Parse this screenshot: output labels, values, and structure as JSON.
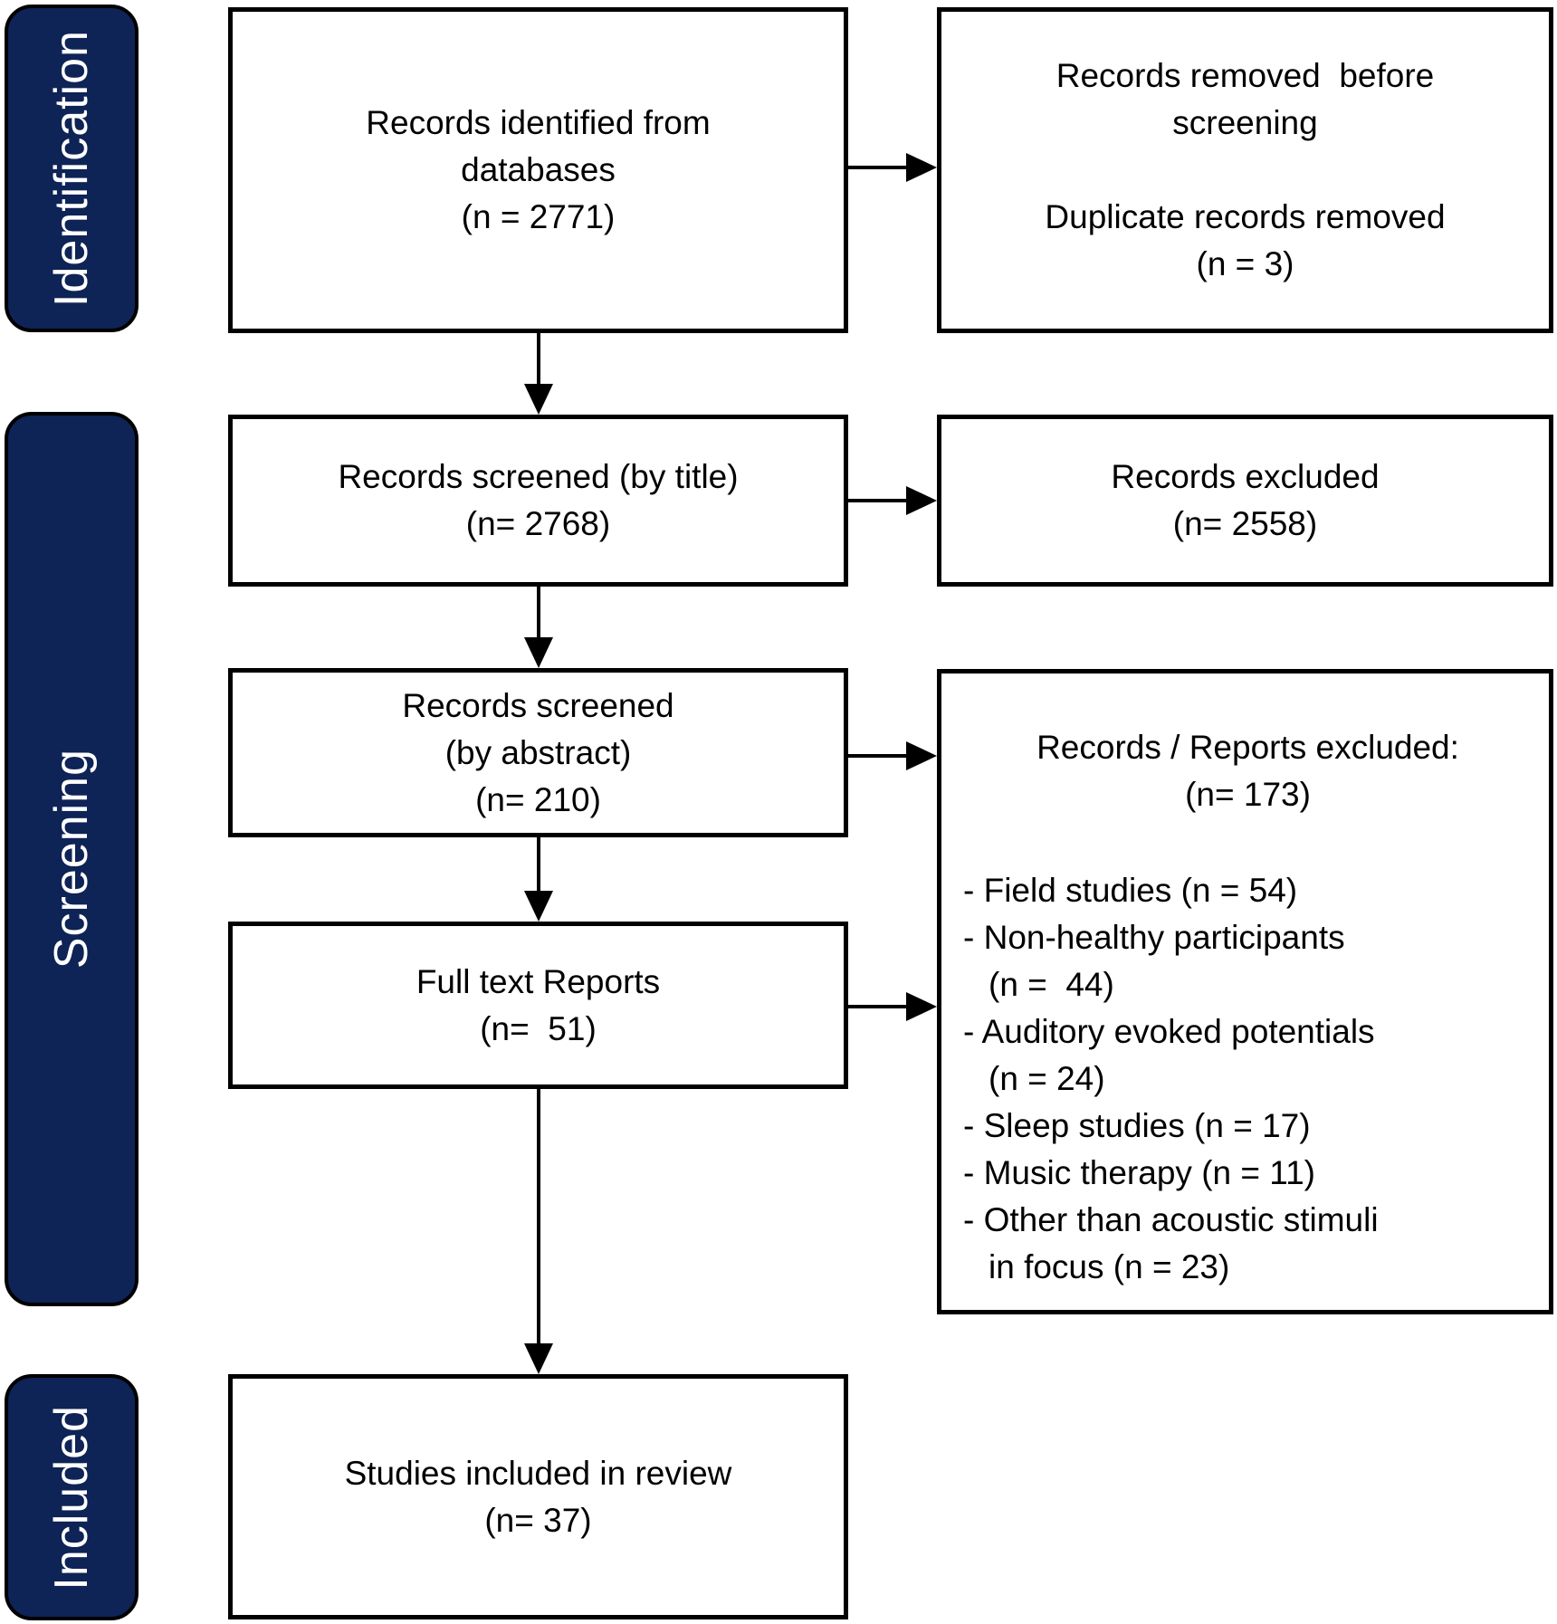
{
  "palette": {
    "navy": "#0E2356",
    "line": "#000000",
    "box_bg": "#FFFFFF",
    "label_text": "#FFFFFF"
  },
  "stages": [
    {
      "label": "Identification"
    },
    {
      "label": "Screening"
    },
    {
      "label": "Included"
    }
  ],
  "boxes": {
    "identified": {
      "lines": [
        "Records identified from",
        "databases",
        "(n = 2771)"
      ]
    },
    "removed_before": {
      "para1": [
        "Records removed  before",
        "screening"
      ],
      "para2": [
        "Duplicate records removed",
        "(n = 3)"
      ]
    },
    "screened_title": {
      "lines": [
        "Records screened (by title)",
        "(n= 2768)"
      ]
    },
    "excluded_title": {
      "lines": [
        "Records excluded",
        "(n= 2558)"
      ]
    },
    "screened_abstract": {
      "lines": [
        "Records screened",
        "(by abstract)",
        "(n= 210)"
      ]
    },
    "excluded_reports": {
      "header": [
        "Records / Reports excluded:",
        "(n= 173)"
      ],
      "lines": [
        "- Field studies (n = 54)",
        "- Non-healthy participants",
        "(n =  44)",
        "- Auditory evoked potentials",
        "(n = 24)",
        "- Sleep studies (n = 17)",
        "- Music therapy (n = 11)",
        "- Other than acoustic stimuli",
        "in focus (n = 23)"
      ]
    },
    "full_text": {
      "lines": [
        "Full text Reports",
        "(n=  51)"
      ]
    },
    "included_review": {
      "lines": [
        "Studies included in review",
        "(n= 37)"
      ]
    }
  }
}
